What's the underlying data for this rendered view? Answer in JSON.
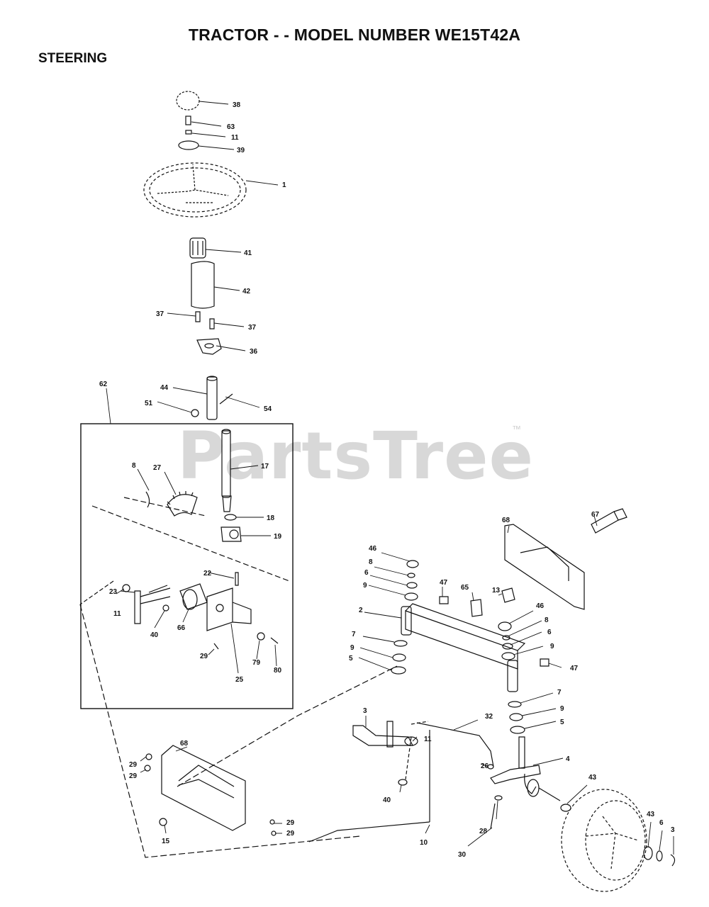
{
  "title": "TRACTOR - - MODEL NUMBER WE15T42A",
  "section": "STEERING",
  "watermark": {
    "text": "PartsTree",
    "trademark": "™"
  },
  "callouts": [
    "38",
    "63",
    "11",
    "39",
    "1",
    "41",
    "42",
    "37",
    "37",
    "36",
    "44",
    "51",
    "54",
    "62",
    "17",
    "8",
    "27",
    "18",
    "19",
    "22",
    "23",
    "11",
    "40",
    "66",
    "29",
    "79",
    "80",
    "25",
    "68",
    "67",
    "46",
    "8",
    "6",
    "9",
    "47",
    "13",
    "65",
    "2",
    "46",
    "8",
    "6",
    "9",
    "7",
    "9",
    "5",
    "47",
    "7",
    "9",
    "5",
    "3",
    "32",
    "11",
    "40",
    "4",
    "26",
    "28",
    "30",
    "10",
    "43",
    "43",
    "6",
    "3",
    "68",
    "29",
    "29",
    "29",
    "29",
    "15"
  ]
}
